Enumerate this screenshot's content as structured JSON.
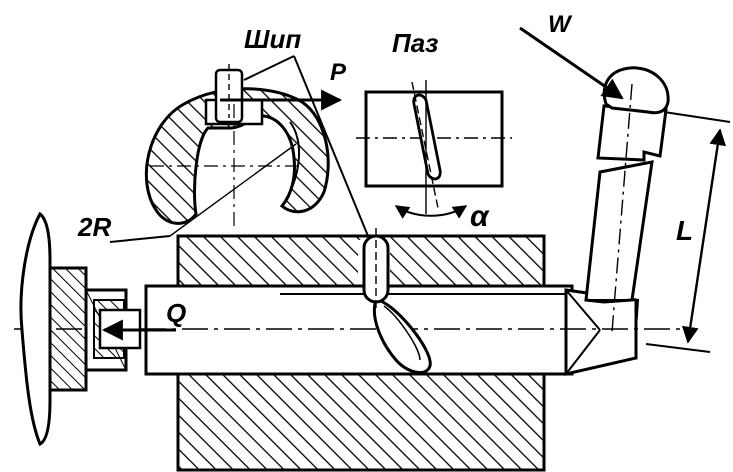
{
  "labels": {
    "ship": "Шип",
    "paz": "Паз",
    "p": "P",
    "w": "W",
    "two_r": "2R",
    "q": "Q",
    "alpha": "α",
    "l": "L"
  },
  "colors": {
    "ink": "#000000",
    "paper": "#ffffff"
  }
}
